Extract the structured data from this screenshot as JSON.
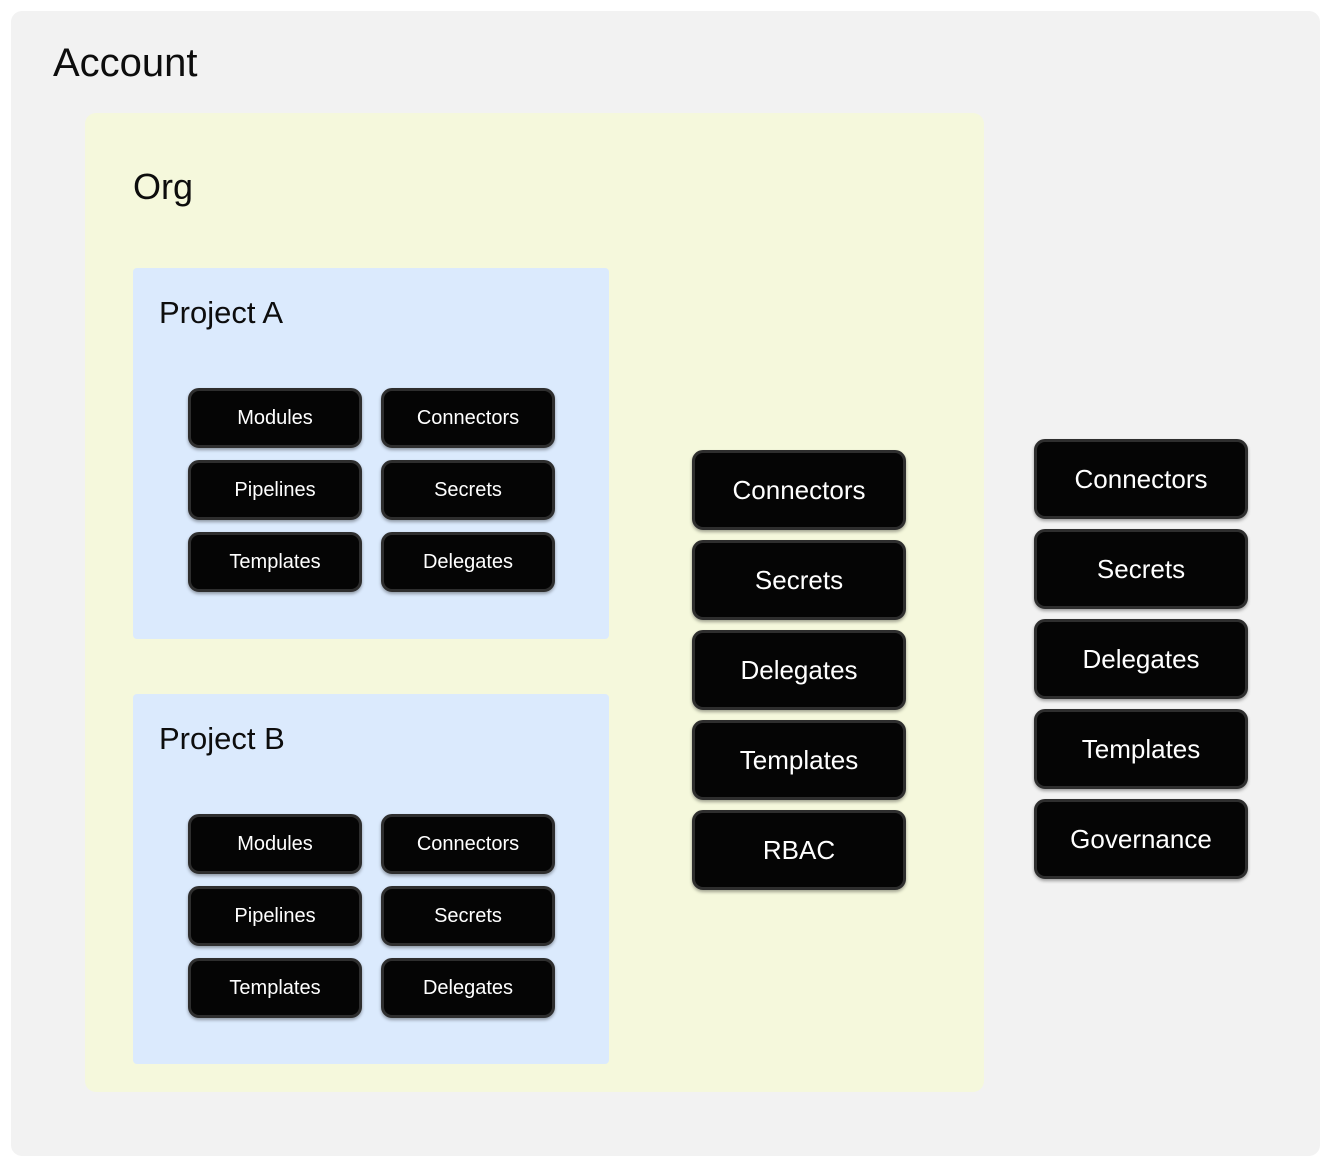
{
  "diagram": {
    "type": "nested-hierarchy",
    "scopes": [
      "Account",
      "Org",
      "Project"
    ],
    "colors": {
      "account_bg": "#f2f2f2",
      "org_bg": "#f5f8dc",
      "project_bg": "#dbeafd",
      "chip_bg": "#050505",
      "chip_border": "#2e2e2e",
      "chip_text": "#ffffff",
      "page_bg": "#ffffff",
      "title_text": "#0d0d0d"
    }
  },
  "account": {
    "title": "Account",
    "resources": [
      {
        "label": "Connectors"
      },
      {
        "label": "Secrets"
      },
      {
        "label": "Delegates"
      },
      {
        "label": "Templates"
      },
      {
        "label": "Governance"
      }
    ]
  },
  "org": {
    "title": "Org",
    "resources": [
      {
        "label": "Connectors"
      },
      {
        "label": "Secrets"
      },
      {
        "label": "Delegates"
      },
      {
        "label": "Templates"
      },
      {
        "label": "RBAC"
      }
    ]
  },
  "projects": [
    {
      "title": "Project A",
      "resources": [
        {
          "label": "Modules"
        },
        {
          "label": "Pipelines"
        },
        {
          "label": "Templates"
        },
        {
          "label": "Connectors"
        },
        {
          "label": "Secrets"
        },
        {
          "label": "Delegates"
        }
      ]
    },
    {
      "title": "Project B",
      "resources": [
        {
          "label": "Modules"
        },
        {
          "label": "Pipelines"
        },
        {
          "label": "Templates"
        },
        {
          "label": "Connectors"
        },
        {
          "label": "Secrets"
        },
        {
          "label": "Delegates"
        }
      ]
    }
  ]
}
